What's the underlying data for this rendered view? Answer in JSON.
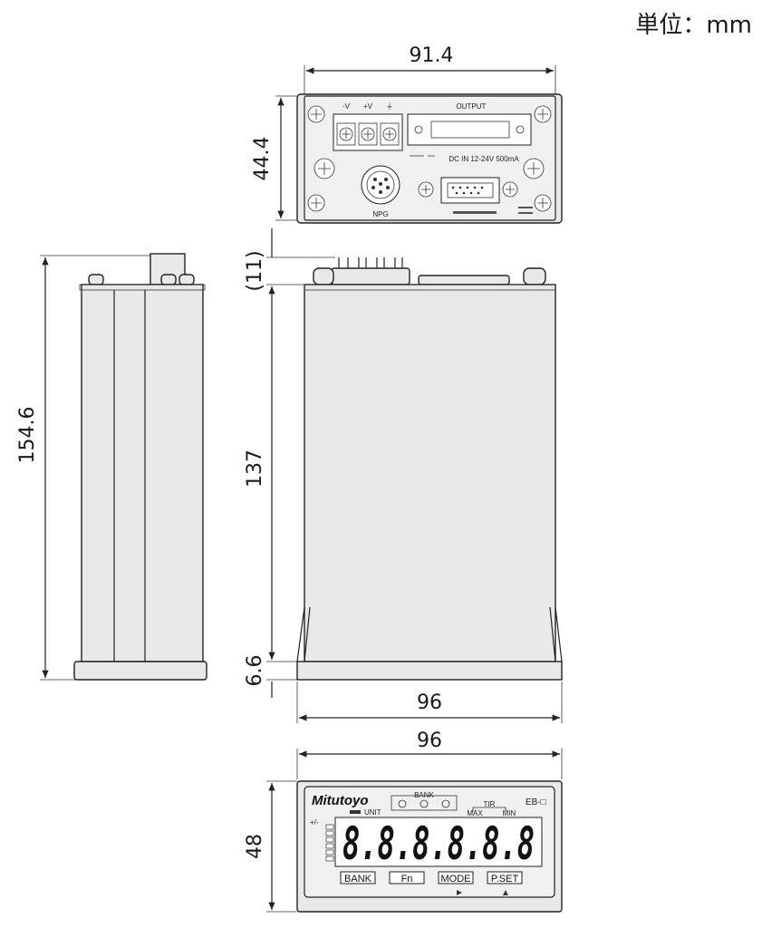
{
  "unit_label": "単位：mm",
  "dimensions": {
    "top_width": "91.4",
    "top_height": "44.4",
    "side_height": "154.6",
    "terminal_height": "(11)",
    "body_height": "137",
    "bezel_depth": "6.6",
    "mid_width": "96",
    "front_width": "96",
    "front_height": "48"
  },
  "rear_panel": {
    "terminal_labels": [
      "-V",
      "+V",
      "⏚"
    ],
    "output_label": "OUTPUT",
    "power_label": "DC IN 12-24V 500mA",
    "connector_label": "NPG"
  },
  "front_panel": {
    "brand": "Mitutoyo",
    "model": "EB-□",
    "bank_label": "BANK",
    "unit_label": "UNIT",
    "tir_label": "TIR",
    "max_label": "MAX",
    "min_label": "MIN",
    "sign_label": "+/-",
    "display_digits": "8.8.8.8.8.8",
    "buttons": [
      "BANK",
      "Fn",
      "MODE",
      "P.SET"
    ]
  }
}
